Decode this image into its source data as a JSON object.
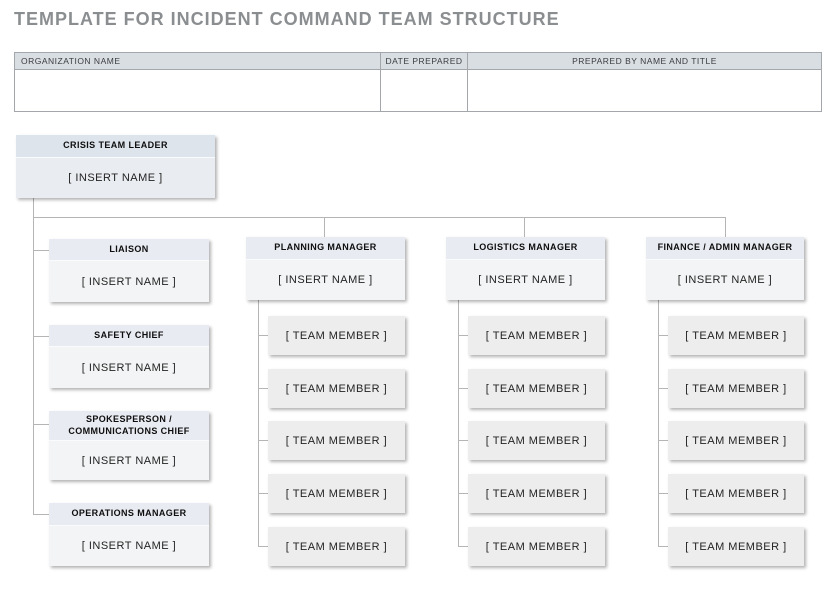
{
  "page": {
    "title": "TEMPLATE FOR INCIDENT COMMAND TEAM STRUCTURE"
  },
  "info_table": {
    "headers": [
      "ORGANIZATION NAME",
      "DATE PREPARED",
      "PREPARED BY NAME AND TITLE"
    ],
    "values": [
      "",
      "",
      ""
    ]
  },
  "org_chart": {
    "root": {
      "title": "CRISIS TEAM LEADER",
      "name": "[ INSERT NAME ]"
    },
    "left_branch": [
      {
        "title": "LIAISON",
        "name": "[ INSERT NAME ]"
      },
      {
        "title": "SAFETY CHIEF",
        "name": "[ INSERT NAME ]"
      },
      {
        "title": "SPOKESPERSON / COMMUNICATIONS CHIEF",
        "name": "[ INSERT NAME ]"
      },
      {
        "title": "OPERATIONS MANAGER",
        "name": "[ INSERT NAME ]"
      }
    ],
    "columns": [
      {
        "title": "PLANNING MANAGER",
        "name": "[ INSERT NAME ]",
        "members": [
          "[ TEAM MEMBER ]",
          "[ TEAM MEMBER ]",
          "[ TEAM MEMBER ]",
          "[ TEAM MEMBER ]",
          "[ TEAM MEMBER ]"
        ]
      },
      {
        "title": "LOGISTICS MANAGER",
        "name": "[ INSERT NAME ]",
        "members": [
          "[ TEAM MEMBER ]",
          "[ TEAM MEMBER ]",
          "[ TEAM MEMBER ]",
          "[ TEAM MEMBER ]",
          "[ TEAM MEMBER ]"
        ]
      },
      {
        "title": "FINANCE / ADMIN MANAGER",
        "name": "[ INSERT NAME ]",
        "members": [
          "[ TEAM MEMBER ]",
          "[ TEAM MEMBER ]",
          "[ TEAM MEMBER ]",
          "[ TEAM MEMBER ]",
          "[ TEAM MEMBER ]"
        ]
      }
    ]
  },
  "colors": {
    "title_text": "#8b8e90",
    "table_header_bg": "#d9dee3",
    "table_border": "#a3a7ab",
    "root_header_bg": "#dee4ec",
    "root_body_bg": "#e9ecf0",
    "box_header_bg": "#e8ebf1",
    "box_body_bg": "#f3f4f6",
    "member_bg": "#ededee",
    "connector": "#b5b5b5"
  }
}
